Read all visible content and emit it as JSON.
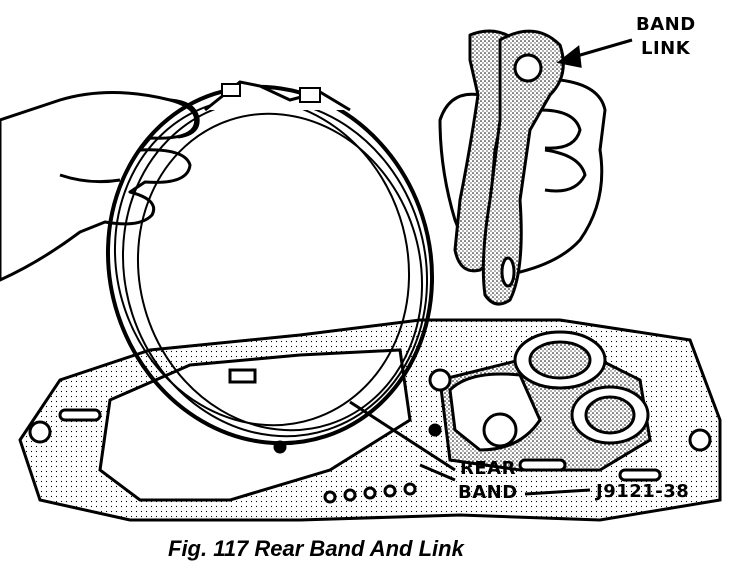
{
  "labels": {
    "band_link_line1": "BAND",
    "band_link_line2": "LINK",
    "rear_band_line1": "REAR",
    "rear_band_line2": "BAND",
    "figure_code": "J9121-38"
  },
  "caption": "Fig. 117 Rear Band And Link",
  "colors": {
    "ink": "#000000",
    "paper": "#ffffff",
    "stipple": "#bdbdbd"
  }
}
